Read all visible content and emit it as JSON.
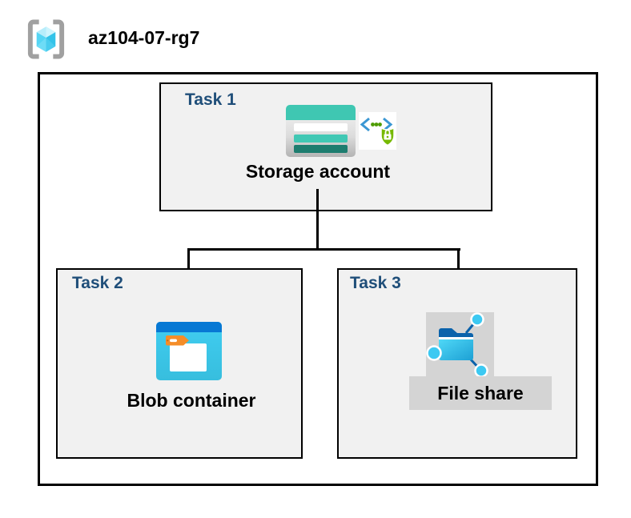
{
  "title": "az104-07-rg7",
  "tasks": [
    {
      "label": "Task 1",
      "resource": "Storage account",
      "icons": [
        "storage-account-icon",
        "sas-security-icon"
      ]
    },
    {
      "label": "Task 2",
      "resource": "Blob container",
      "icons": [
        "blob-container-icon"
      ]
    },
    {
      "label": "Task 3",
      "resource": "File share",
      "icons": [
        "file-share-icon"
      ]
    }
  ],
  "connections": [
    {
      "from": "Storage account",
      "to": "Blob container"
    },
    {
      "from": "Storage account",
      "to": "File share"
    }
  ],
  "colors": {
    "task_label_blue": "#1F4E79",
    "task_box_fill": "#F1F1F1",
    "border_black": "#000000",
    "storage_teal": "#3FC7B2",
    "storage_teal_dark": "#1D7D6F",
    "blob_header_blue": "#0778D4",
    "blob_body_cyan": "#3ECDF0",
    "blob_tab_orange": "#F58D28",
    "file_share_plate_gray": "#D4D4D4",
    "folder_navy": "#0A62AB",
    "node_cyan": "#3CC9F2",
    "rg_cube_cyan": "#55D5F4",
    "rg_bracket_gray": "#A0A0A0",
    "sas_chevron_blue": "#3B97D3",
    "sas_shield_green": "#76B900"
  }
}
